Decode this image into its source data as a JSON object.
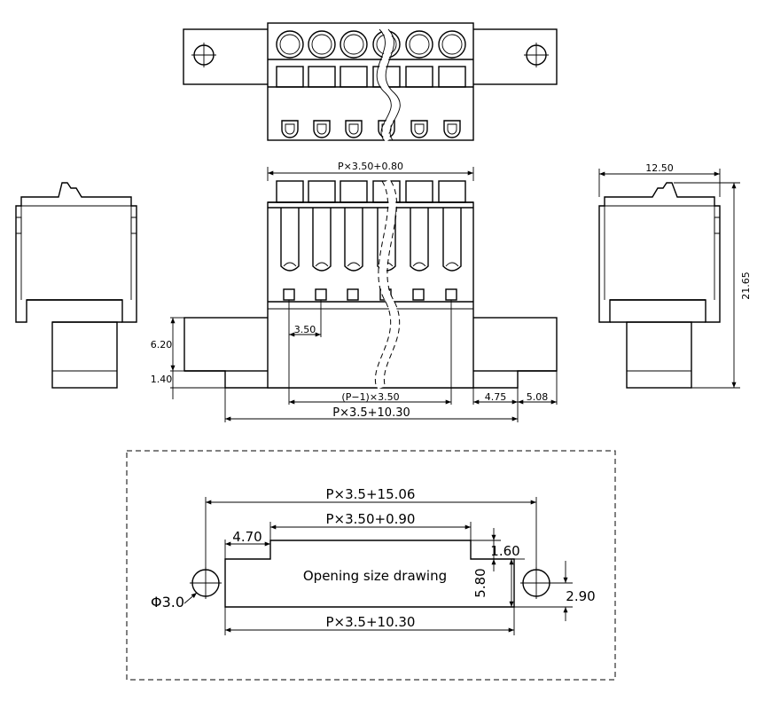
{
  "dimensions": {
    "top_width": "P×3.50+0.80",
    "side_width": "12.50",
    "side_height": "21.65",
    "height_upper": "6.20",
    "height_lower": "1.40",
    "pitch": "3.50",
    "span_pins": "(P−1)×3.50",
    "offset_a": "4.75",
    "offset_b": "5.08",
    "overall_length": "P×3.5+10.30"
  },
  "opening": {
    "caption": "Opening size drawing",
    "total": "P×3.5+15.06",
    "slot_top": "P×3.50+0.90",
    "step_left": "4.70",
    "step_right": "1.60",
    "slot_height": "5.80",
    "hole_offset": "2.90",
    "hole_dia": "Φ3.0",
    "bottom": "P×3.5+10.30"
  },
  "colors": {
    "line": "#000000",
    "background": "#ffffff"
  }
}
